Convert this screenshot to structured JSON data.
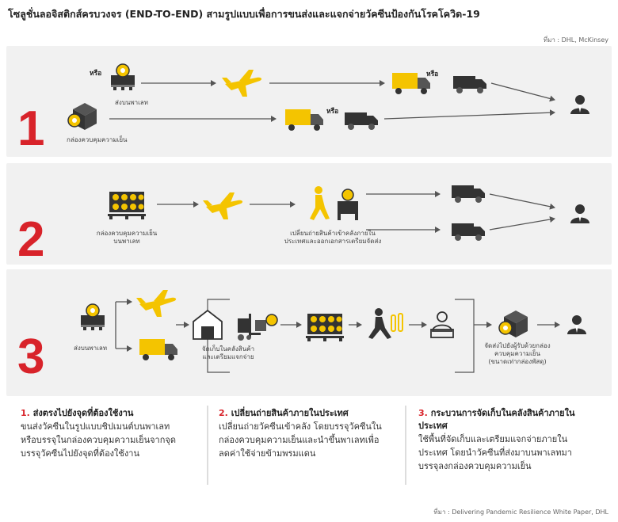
{
  "title": "โซลูชั่นลอจิสติกส์ครบวงจร (END-TO-END) สามรูปแบบเพื่อการขนส่งและแจกจ่ายวัคซีนป้องกันโรคโควิด-19",
  "source_top": "ที่มา : DHL, McKinsey",
  "source_bottom": "ที่มา : Delivering Pandemic Resilience White Paper, DHL",
  "colors": {
    "accent_yellow": "#f4c400",
    "accent_red": "#d8232a",
    "dark_icon": "#333333",
    "panel_bg": "#f1f1f1"
  },
  "panels": {
    "p1": {
      "number": "1",
      "label_pallet": "ส่งบนพาเลท",
      "label_box": "กล่องควบคุมความเย็น",
      "or_1": "หรือ",
      "or_2": "หรือ",
      "or_3": "หรือ"
    },
    "p2": {
      "number": "2",
      "label_cold_pallet_1": "กล่องควบคุมความเย็น",
      "label_cold_pallet_2": "บนพาเลท",
      "label_transfer_1": "เปลี่ยนถ่ายสินค้าเข้าคลังภายใน",
      "label_transfer_2": "ประเทศและออกเอกสารเตรียมจัดส่ง"
    },
    "p3": {
      "number": "3",
      "label_pallet": "ส่งบนพาเลท",
      "label_store_1": "จัดเก็บในคลังสินค้า",
      "label_store_2": "และเตรียมแจกจ่าย",
      "label_final_1": "จัดส่งไปยังผู้รับด้วยกล่อง",
      "label_final_2": "ควบคุมความเย็น",
      "label_final_3": "(ขนาดเท่ากล่องพัสดุ)"
    }
  },
  "columns": [
    {
      "num": "1.",
      "heading_1": "ส่งตรงไปยังจุดที่ต้องใช้งาน",
      "heading_2": "",
      "body": [
        "ขนส่งวัคซีนในรูปแบบชิปเมนต์บนพาเลท",
        "หรือบรรจุในกล่องควบคุมความเย็นจากจุด",
        "บรรจุวัคซีนไปยังจุดที่ต้องใช้งาน"
      ]
    },
    {
      "num": "2.",
      "heading_1": "เปลี่ยนถ่ายสินค้าภายในประเทศ",
      "heading_2": "",
      "body": [
        "เปลี่ยนถ่ายวัคซีนเข้าคลัง โดยบรรจุวัคซีนใน",
        "กล่องควบคุมความเย็นและนำขึ้นพาเลทเพื่อ",
        "ลดค่าใช้จ่ายข้ามพรมแดน"
      ]
    },
    {
      "num": "3.",
      "heading_1": "กระบวนการจัดเก็บในคลังสินค้าภายใน",
      "heading_2": "ประเทศ",
      "body": [
        "ใช้พื้นที่จัดเก็บและเตรียมแจกจ่ายภายใน",
        "ประเทศ โดยนำวัคซีนที่ส่งมาบนพาเลทมา",
        "บรรจุลงกล่องควบคุมความเย็น"
      ]
    }
  ]
}
